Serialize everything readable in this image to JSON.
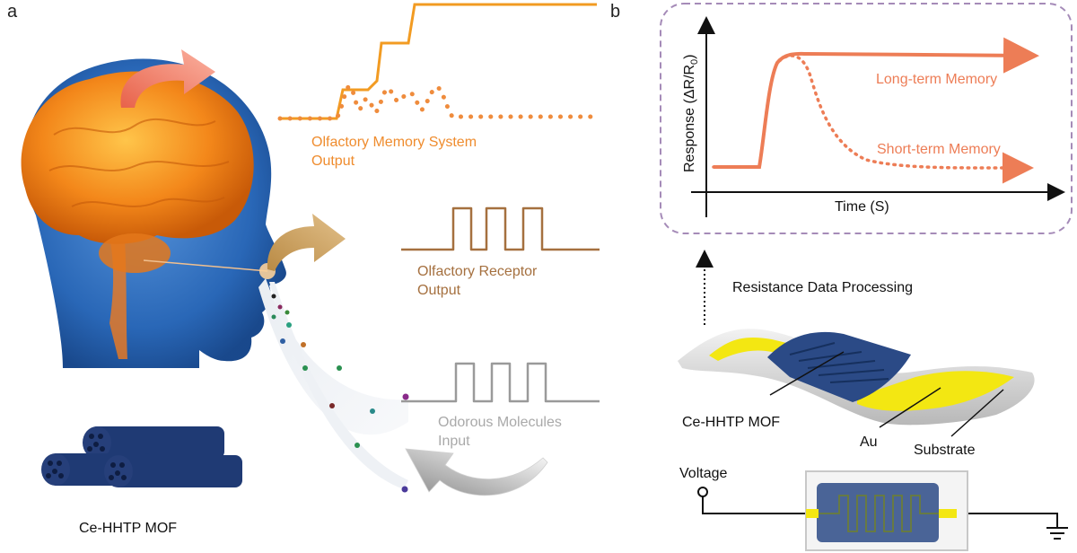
{
  "panel_a": {
    "letter": "a",
    "memory_output": {
      "line1": "Olfactory Memory System",
      "line2": "Output"
    },
    "receptor_output": {
      "line1": "Olfactory Receptor",
      "line2": "Output"
    },
    "odor_input": {
      "line1": "Odorous Molecules",
      "line2": "Input"
    },
    "mof_label": "Ce-HHTP MOF"
  },
  "panel_b": {
    "letter": "b",
    "chart": {
      "ylabel_prefix": "Response (ΔR/R",
      "ylabel_sub": "0",
      "ylabel_suffix": ")",
      "xlabel": "Time (S)",
      "long_term": "Long-term Memory",
      "short_term": "Short-term Memory"
    },
    "processing": "Resistance Data Processing",
    "device": {
      "mof": "Ce-HHTP MOF",
      "au": "Au",
      "substrate": "Substrate"
    },
    "circuit": {
      "voltage": "Voltage"
    }
  },
  "colors": {
    "memory": "#f29b22",
    "receptor": "#a5703f",
    "input": "#9a9a9a",
    "curve": "#ed7d56",
    "frame": "#a58bb8",
    "gold": "#f3e712",
    "mof": "#2b4a86"
  }
}
